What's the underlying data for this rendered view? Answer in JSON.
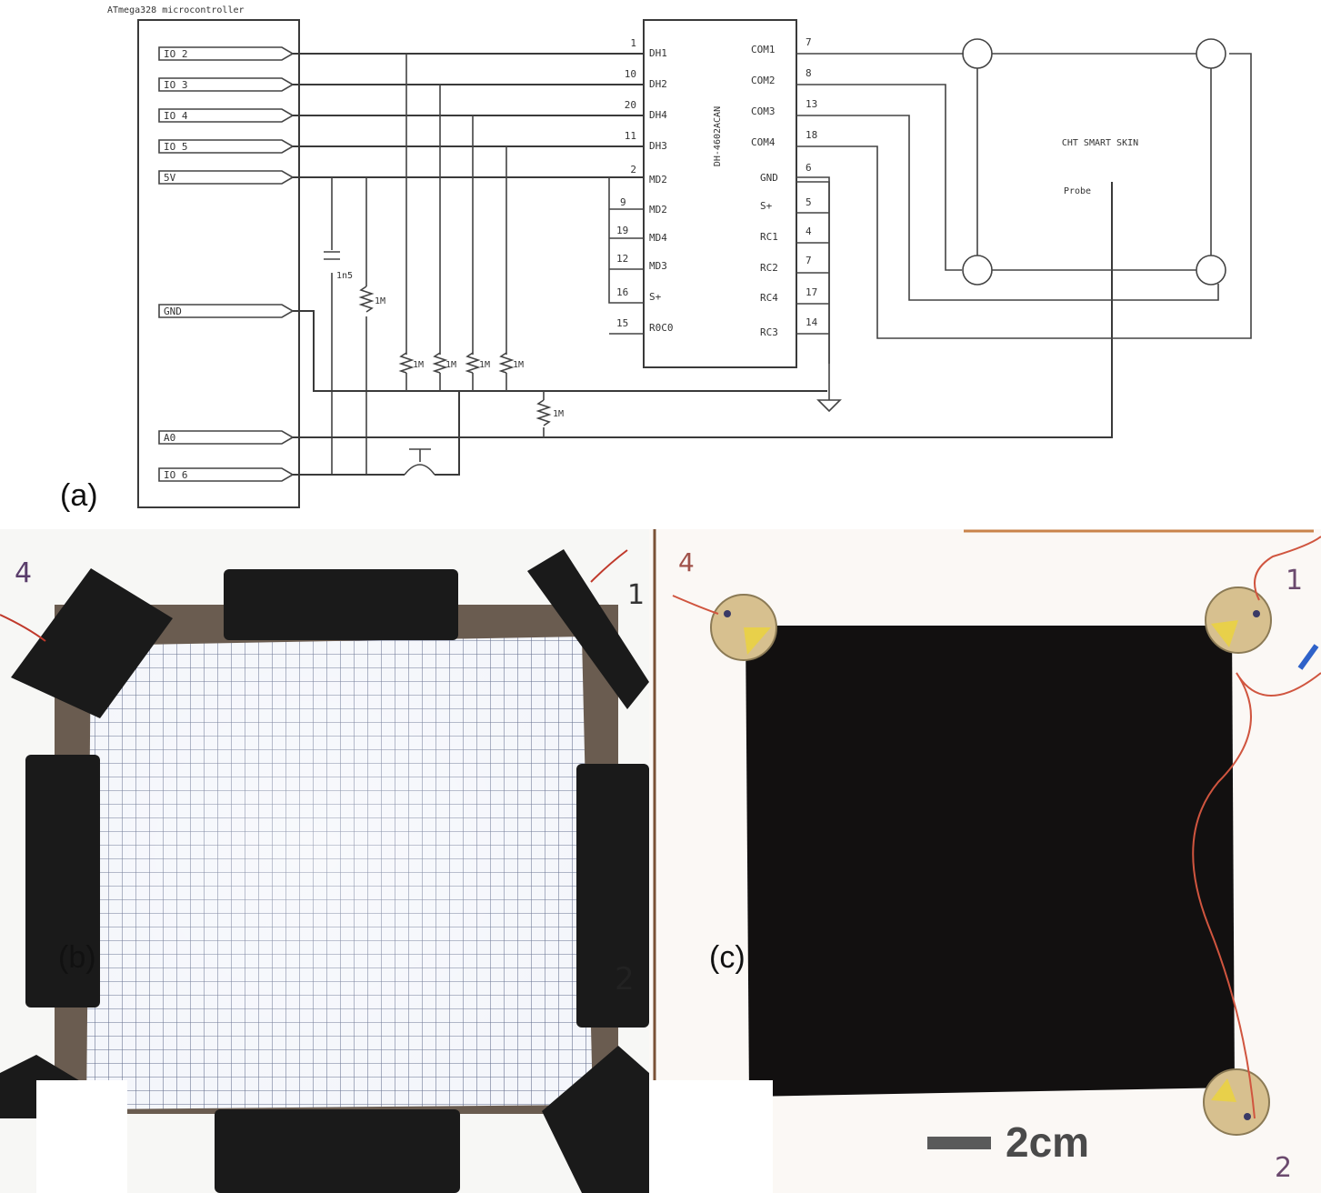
{
  "panels": {
    "a": {
      "label": "(a)",
      "mcu_title": "ATmega328 microcontroller",
      "mcu_pins": [
        "IO 2",
        "IO 3",
        "IO 4",
        "IO 5",
        "5V",
        "GND",
        "A0",
        "IO 6"
      ],
      "ic_name": "DH-4602ACAN",
      "ic_left_pins": [
        {
          "num": "1",
          "name": "DH1"
        },
        {
          "num": "10",
          "name": "DH2"
        },
        {
          "num": "20",
          "name": "DH4"
        },
        {
          "num": "11",
          "name": "DH3"
        },
        {
          "num": "2",
          "name": "MD2"
        },
        {
          "num": "9",
          "name": "MD2"
        },
        {
          "num": "19",
          "name": "MD4"
        },
        {
          "num": "12",
          "name": "MD3"
        },
        {
          "num": "16",
          "name": "S+"
        },
        {
          "num": "15",
          "name": "R0C0"
        }
      ],
      "ic_right_pins": [
        {
          "num": "7",
          "name": "COM1"
        },
        {
          "num": "8",
          "name": "COM2"
        },
        {
          "num": "13",
          "name": "COM3"
        },
        {
          "num": "18",
          "name": "COM4"
        },
        {
          "num": "6",
          "name": "GND"
        },
        {
          "num": "5",
          "name": "S+"
        },
        {
          "num": "4",
          "name": "RC1"
        },
        {
          "num": "7",
          "name": "RC2"
        },
        {
          "num": "17",
          "name": "RC4"
        },
        {
          "num": "14",
          "name": "RC3"
        }
      ],
      "resistor_labels": [
        "1M",
        "1M",
        "1M",
        "1M",
        "1M"
      ],
      "cap_label": "1n5",
      "pot_label": "1M",
      "skin_label": "CHT SMART SKIN",
      "probe_label": "Probe"
    },
    "b": {
      "label": "(b)",
      "corner_marks": [
        "4",
        "1",
        "2"
      ]
    },
    "c": {
      "label": "(c)",
      "corner_marks": [
        "4",
        "1",
        "2"
      ],
      "scale_label": "2cm"
    }
  }
}
